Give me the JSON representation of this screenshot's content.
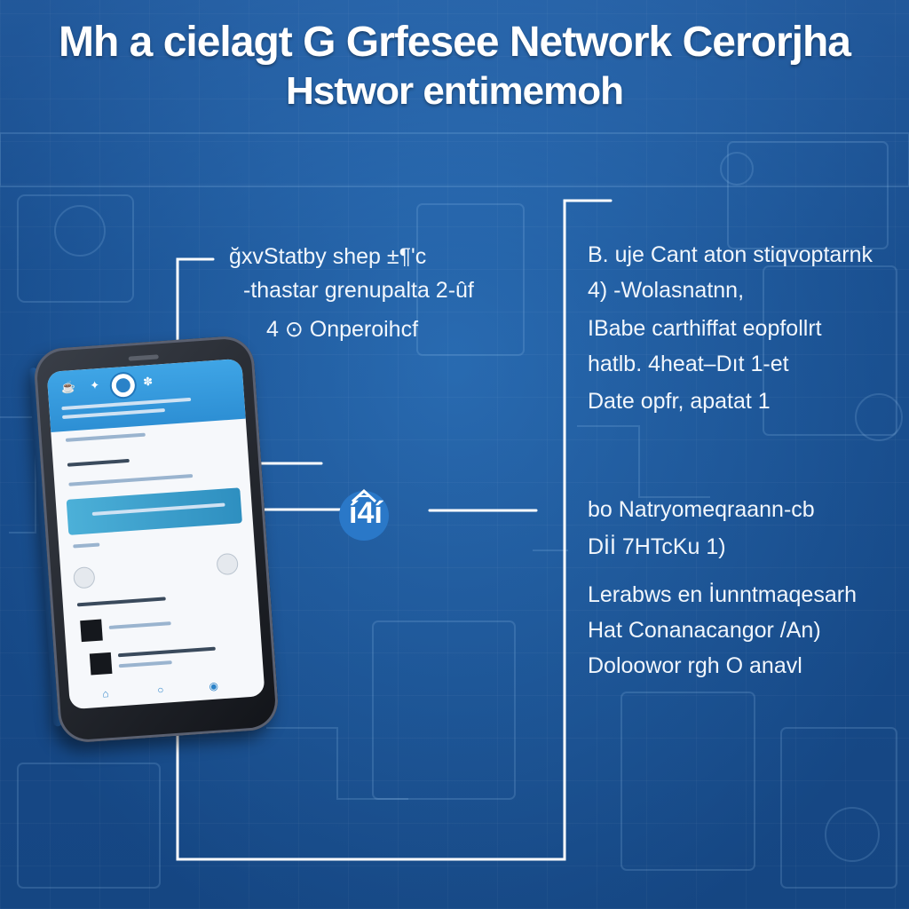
{
  "title": {
    "line1": "Mh a cielagt G Grfesee Network Cerorjha",
    "line2": "Hstwor entimemoh"
  },
  "hub_label": "í4í",
  "left_callout": {
    "lines": [
      "ğxvStatby shep ±¶'c",
      "-thastar grenupalta 2-ûf",
      "4 ⊙ Onperoihcf"
    ]
  },
  "right_top": {
    "lines": [
      "B. uje Cant aton stiqvoptarnk",
      "4) -Wolasnatnn,",
      "IBabe carthiffat eopfollrt",
      "hatlb. 4heat–Dıt 1-et",
      "Date opfr, apatat 1"
    ]
  },
  "right_bottom": {
    "lines": [
      "bo Natryomeqraann-cb",
      "Dİİ 7HTcKu 1)",
      "Lerabws en İunntmaqesarh",
      "Hat Conanacangor /An)",
      "Doloowor rgh O anavl"
    ]
  },
  "phone": {
    "header_icons": [
      "cup-icon",
      "fish-icon",
      "globe-icon"
    ],
    "nav_icons": [
      "home-icon",
      "chat-icon",
      "profile-icon"
    ]
  },
  "colors": {
    "background": "#1f5fa6",
    "line": "#ffffff",
    "accent": "#3fa5e6"
  }
}
